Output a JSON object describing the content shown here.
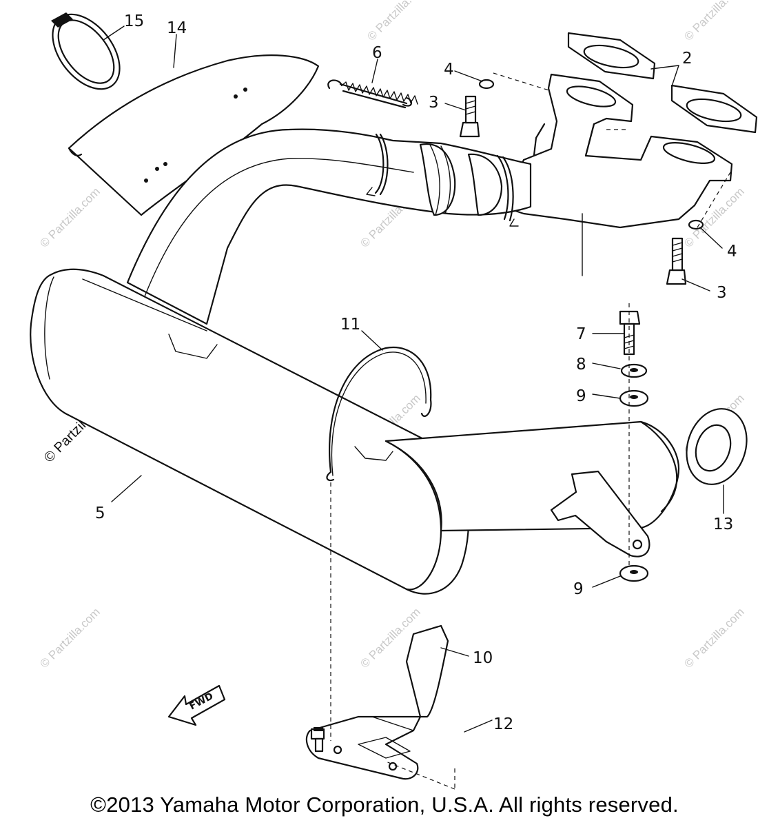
{
  "diagram": {
    "callouts": {
      "c2": "2",
      "c3a": "3",
      "c3b": "3",
      "c4a": "4",
      "c4b": "4",
      "c5": "5",
      "c6": "6",
      "c7": "7",
      "c8": "8",
      "c9a": "9",
      "c9b": "9",
      "c10": "10",
      "c11": "11",
      "c12": "12",
      "c13": "13",
      "c14": "14",
      "c15": "15"
    },
    "fwd_label": "FWD",
    "watermark": "© Partzilla.com"
  },
  "footer": {
    "copyright": "©2013 Yamaha Motor Corporation, U.S.A. All rights reserved."
  }
}
